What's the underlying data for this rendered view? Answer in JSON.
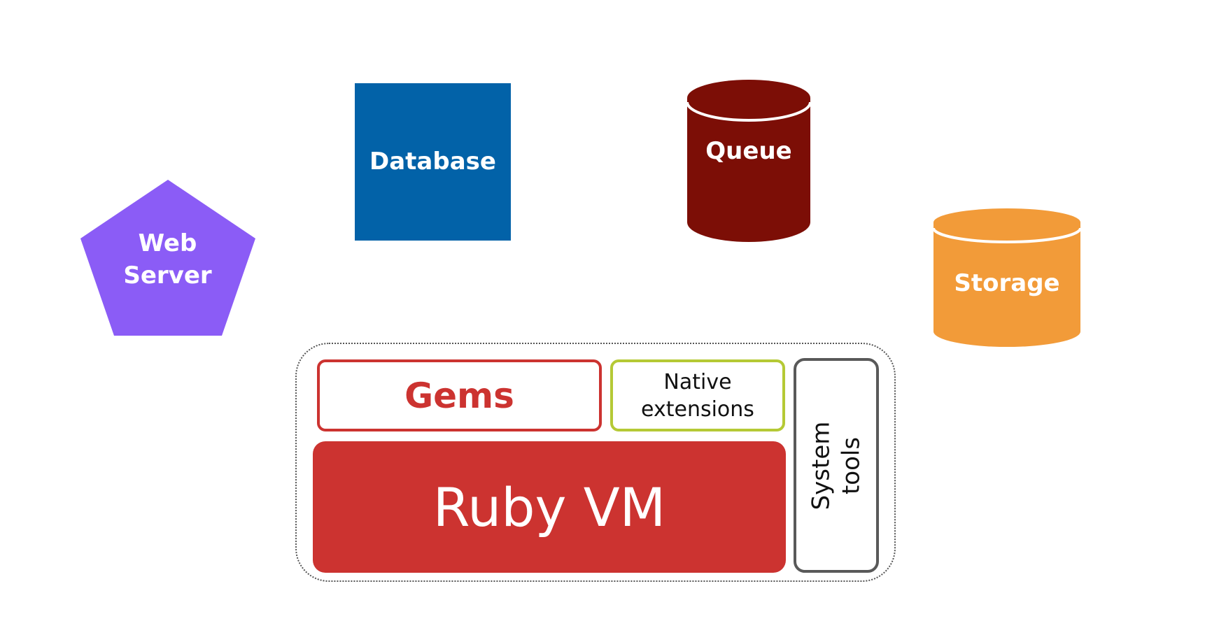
{
  "nodes": {
    "web_server": {
      "line1": "Web",
      "line2": "Server",
      "color": "#8b5cf6"
    },
    "database": {
      "label": "Database",
      "color": "#0262a8"
    },
    "queue": {
      "label": "Queue",
      "color": "#7c0e06"
    },
    "storage": {
      "label": "Storage",
      "color": "#f29b39"
    }
  },
  "runtime": {
    "gems": {
      "label": "Gems",
      "color": "#cc3330"
    },
    "native_extensions": {
      "line1": "Native",
      "line2": "extensions",
      "color": "#b5c935"
    },
    "ruby_vm": {
      "label": "Ruby VM",
      "color": "#cc3330"
    },
    "system_tools": {
      "line1": "System",
      "line2": "tools",
      "color": "#595959"
    }
  }
}
